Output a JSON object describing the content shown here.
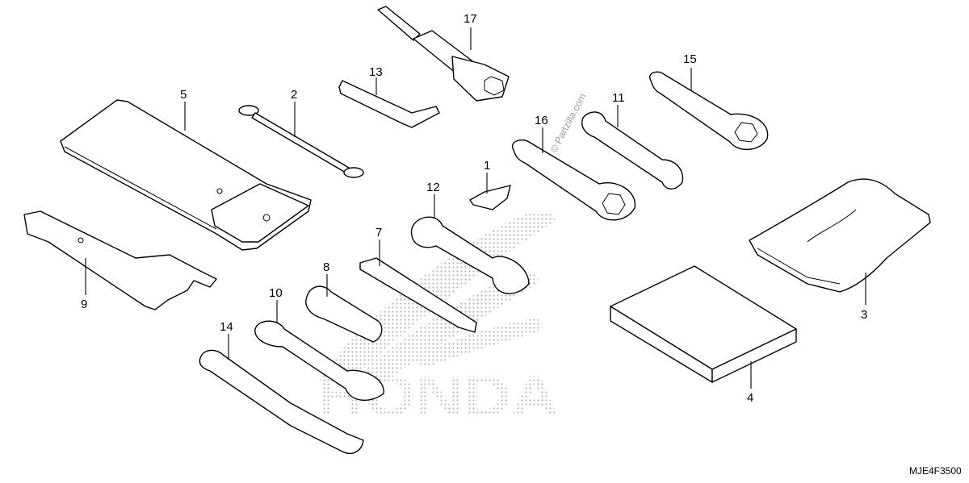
{
  "diagram": {
    "code": "MJE4F3500",
    "watermark": "© Partzilla.com",
    "brand_text": "HONDA"
  },
  "parts": [
    {
      "id": "1",
      "label": "1"
    },
    {
      "id": "2",
      "label": "2"
    },
    {
      "id": "3",
      "label": "3"
    },
    {
      "id": "4",
      "label": "4"
    },
    {
      "id": "5",
      "label": "5"
    },
    {
      "id": "7",
      "label": "7"
    },
    {
      "id": "8",
      "label": "8"
    },
    {
      "id": "9",
      "label": "9"
    },
    {
      "id": "10",
      "label": "10"
    },
    {
      "id": "11",
      "label": "11"
    },
    {
      "id": "12",
      "label": "12"
    },
    {
      "id": "13",
      "label": "13"
    },
    {
      "id": "14",
      "label": "14"
    },
    {
      "id": "15",
      "label": "15"
    },
    {
      "id": "16",
      "label": "16"
    },
    {
      "id": "17",
      "label": "17"
    }
  ]
}
